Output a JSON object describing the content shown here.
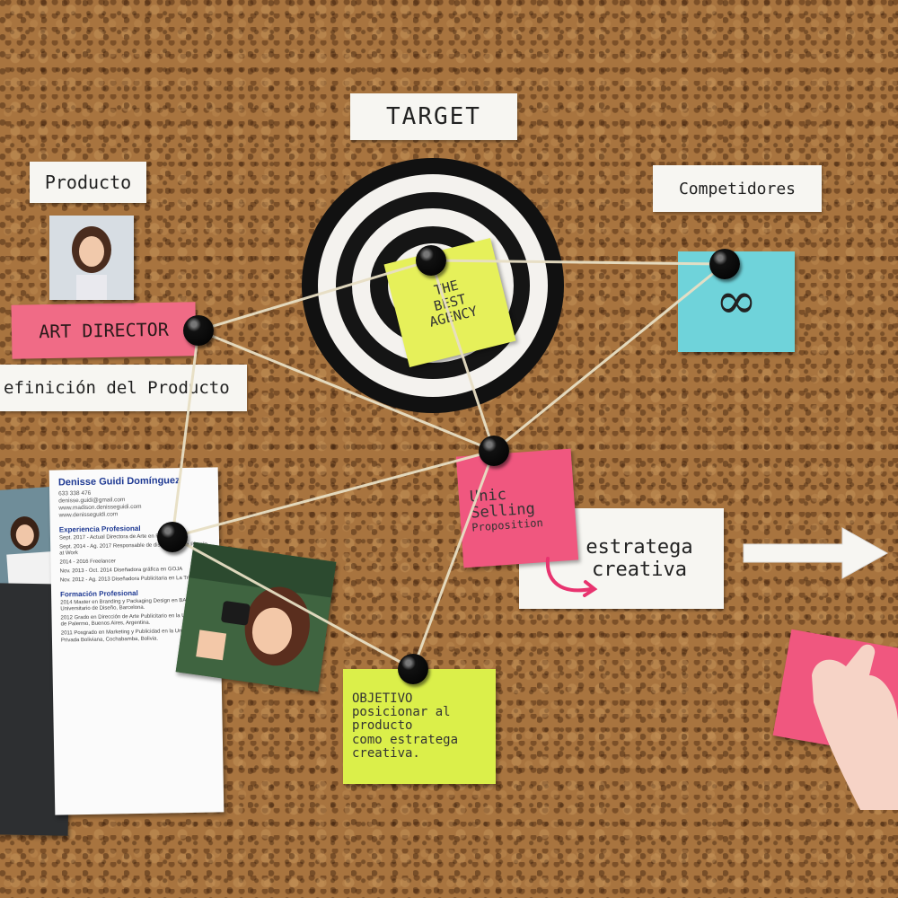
{
  "labels": {
    "target": "TARGET",
    "producto": "Producto",
    "competidores": "Competidores",
    "art_director": "ART DIRECTOR",
    "definicion": "efinición del Producto",
    "estrategia_line1": "estratega",
    "estrategia_line2": "creativa"
  },
  "notes": {
    "best_agency": [
      "THE",
      "BEST",
      "AGENCY"
    ],
    "usp": [
      "Unic",
      "Selling",
      "Proposition"
    ],
    "objetivo": [
      "OBJETIVO",
      "posicionar al",
      "producto",
      "como estratega",
      "creativa."
    ],
    "infinity": "∞"
  },
  "cv": {
    "name": "Denisse Guidi Domínguez",
    "contact": [
      "633 338 476",
      "denisse.guidi@gmail.com",
      "www.madison.denisseguidi.com",
      "www.denisseguidi.com"
    ],
    "section_experience": "Experiencia Profesional",
    "experience": [
      "Sept. 2017 - Actual  Directora de Arte en Red032",
      "Sept. 2014 - Ag. 2017  Responsable de diseño en Nice People at Work",
      "2014 - 2016  Freelancer",
      "Nov. 2013 - Oct. 2014  Diseñadora gráfica en GOJA",
      "Nov. 2012 - Ag. 2013  Diseñadora Publicitaria en La Trib"
    ],
    "section_education": "Formación Profesional",
    "education": [
      "2014  Master en Branding y Packaging Design en BAU, Centro Universitario de Diseño, Barcelona.",
      "2012  Grado en Dirección de Arte Publicitario en la Universidad de Palermo, Buenos Aires, Argentina.",
      "2011  Posgrado en Marketing y Publicidad en la Universidad Privada Boliviana, Cochabamba, Bolivia."
    ]
  },
  "colors": {
    "cork": "#a8743f",
    "note_yellow": "#e6f05a",
    "note_pink": "#f0577f",
    "note_cyan": "#6fd3da",
    "note_green": "#dbef4a",
    "art_director_pink": "#f06b86",
    "arrow_pink": "#e8336f"
  }
}
